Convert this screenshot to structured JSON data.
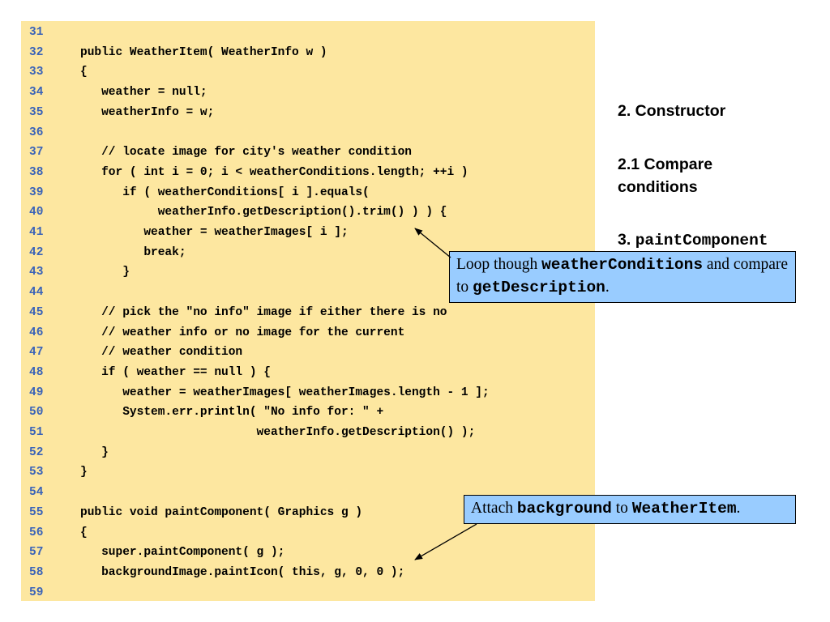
{
  "code": {
    "lines": [
      {
        "num": "31",
        "text": ""
      },
      {
        "num": "32",
        "text": "public WeatherItem( WeatherInfo w )"
      },
      {
        "num": "33",
        "text": "{"
      },
      {
        "num": "34",
        "text": "   weather = null;"
      },
      {
        "num": "35",
        "text": "   weatherInfo = w;"
      },
      {
        "num": "36",
        "text": ""
      },
      {
        "num": "37",
        "text": "   // locate image for city's weather condition"
      },
      {
        "num": "38",
        "text": "   for ( int i = 0; i < weatherConditions.length; ++i )"
      },
      {
        "num": "39",
        "text": "      if ( weatherConditions[ i ].equals("
      },
      {
        "num": "40",
        "text": "           weatherInfo.getDescription().trim() ) ) {"
      },
      {
        "num": "41",
        "text": "         weather = weatherImages[ i ];"
      },
      {
        "num": "42",
        "text": "         break;"
      },
      {
        "num": "43",
        "text": "      }"
      },
      {
        "num": "44",
        "text": ""
      },
      {
        "num": "45",
        "text": "   // pick the \"no info\" image if either there is no"
      },
      {
        "num": "46",
        "text": "   // weather info or no image for the current"
      },
      {
        "num": "47",
        "text": "   // weather condition"
      },
      {
        "num": "48",
        "text": "   if ( weather == null ) {"
      },
      {
        "num": "49",
        "text": "      weather = weatherImages[ weatherImages.length - 1 ];"
      },
      {
        "num": "50",
        "text": "      System.err.println( \"No info for: \" +"
      },
      {
        "num": "51",
        "text": "                         weatherInfo.getDescription() );"
      },
      {
        "num": "52",
        "text": "   }"
      },
      {
        "num": "53",
        "text": "}"
      },
      {
        "num": "54",
        "text": ""
      },
      {
        "num": "55",
        "text": "public void paintComponent( Graphics g )"
      },
      {
        "num": "56",
        "text": "{"
      },
      {
        "num": "57",
        "text": "   super.paintComponent( g );"
      },
      {
        "num": "58",
        "text": "   backgroundImage.paintIcon( this, g, 0, 0 );"
      },
      {
        "num": "59",
        "text": ""
      }
    ]
  },
  "outline": {
    "item1": "2. Constructor",
    "item2_line1": "2.1 Compare",
    "item2_line2": "conditions",
    "item3_prefix": "3. ",
    "item3_code": "paintComponent"
  },
  "callouts": {
    "loop": {
      "t1": "Loop though ",
      "code1": "weatherConditions",
      "t2": " and compare to ",
      "code2": "getDescription",
      "t3": "."
    },
    "attach": {
      "t1": "Attach ",
      "code1": "background",
      "t2": " to ",
      "code2": "WeatherItem",
      "t3": "."
    }
  },
  "colors": {
    "code_background": "#fde7a0",
    "line_number": "#3a63b8",
    "callout_background": "#99ccff"
  }
}
